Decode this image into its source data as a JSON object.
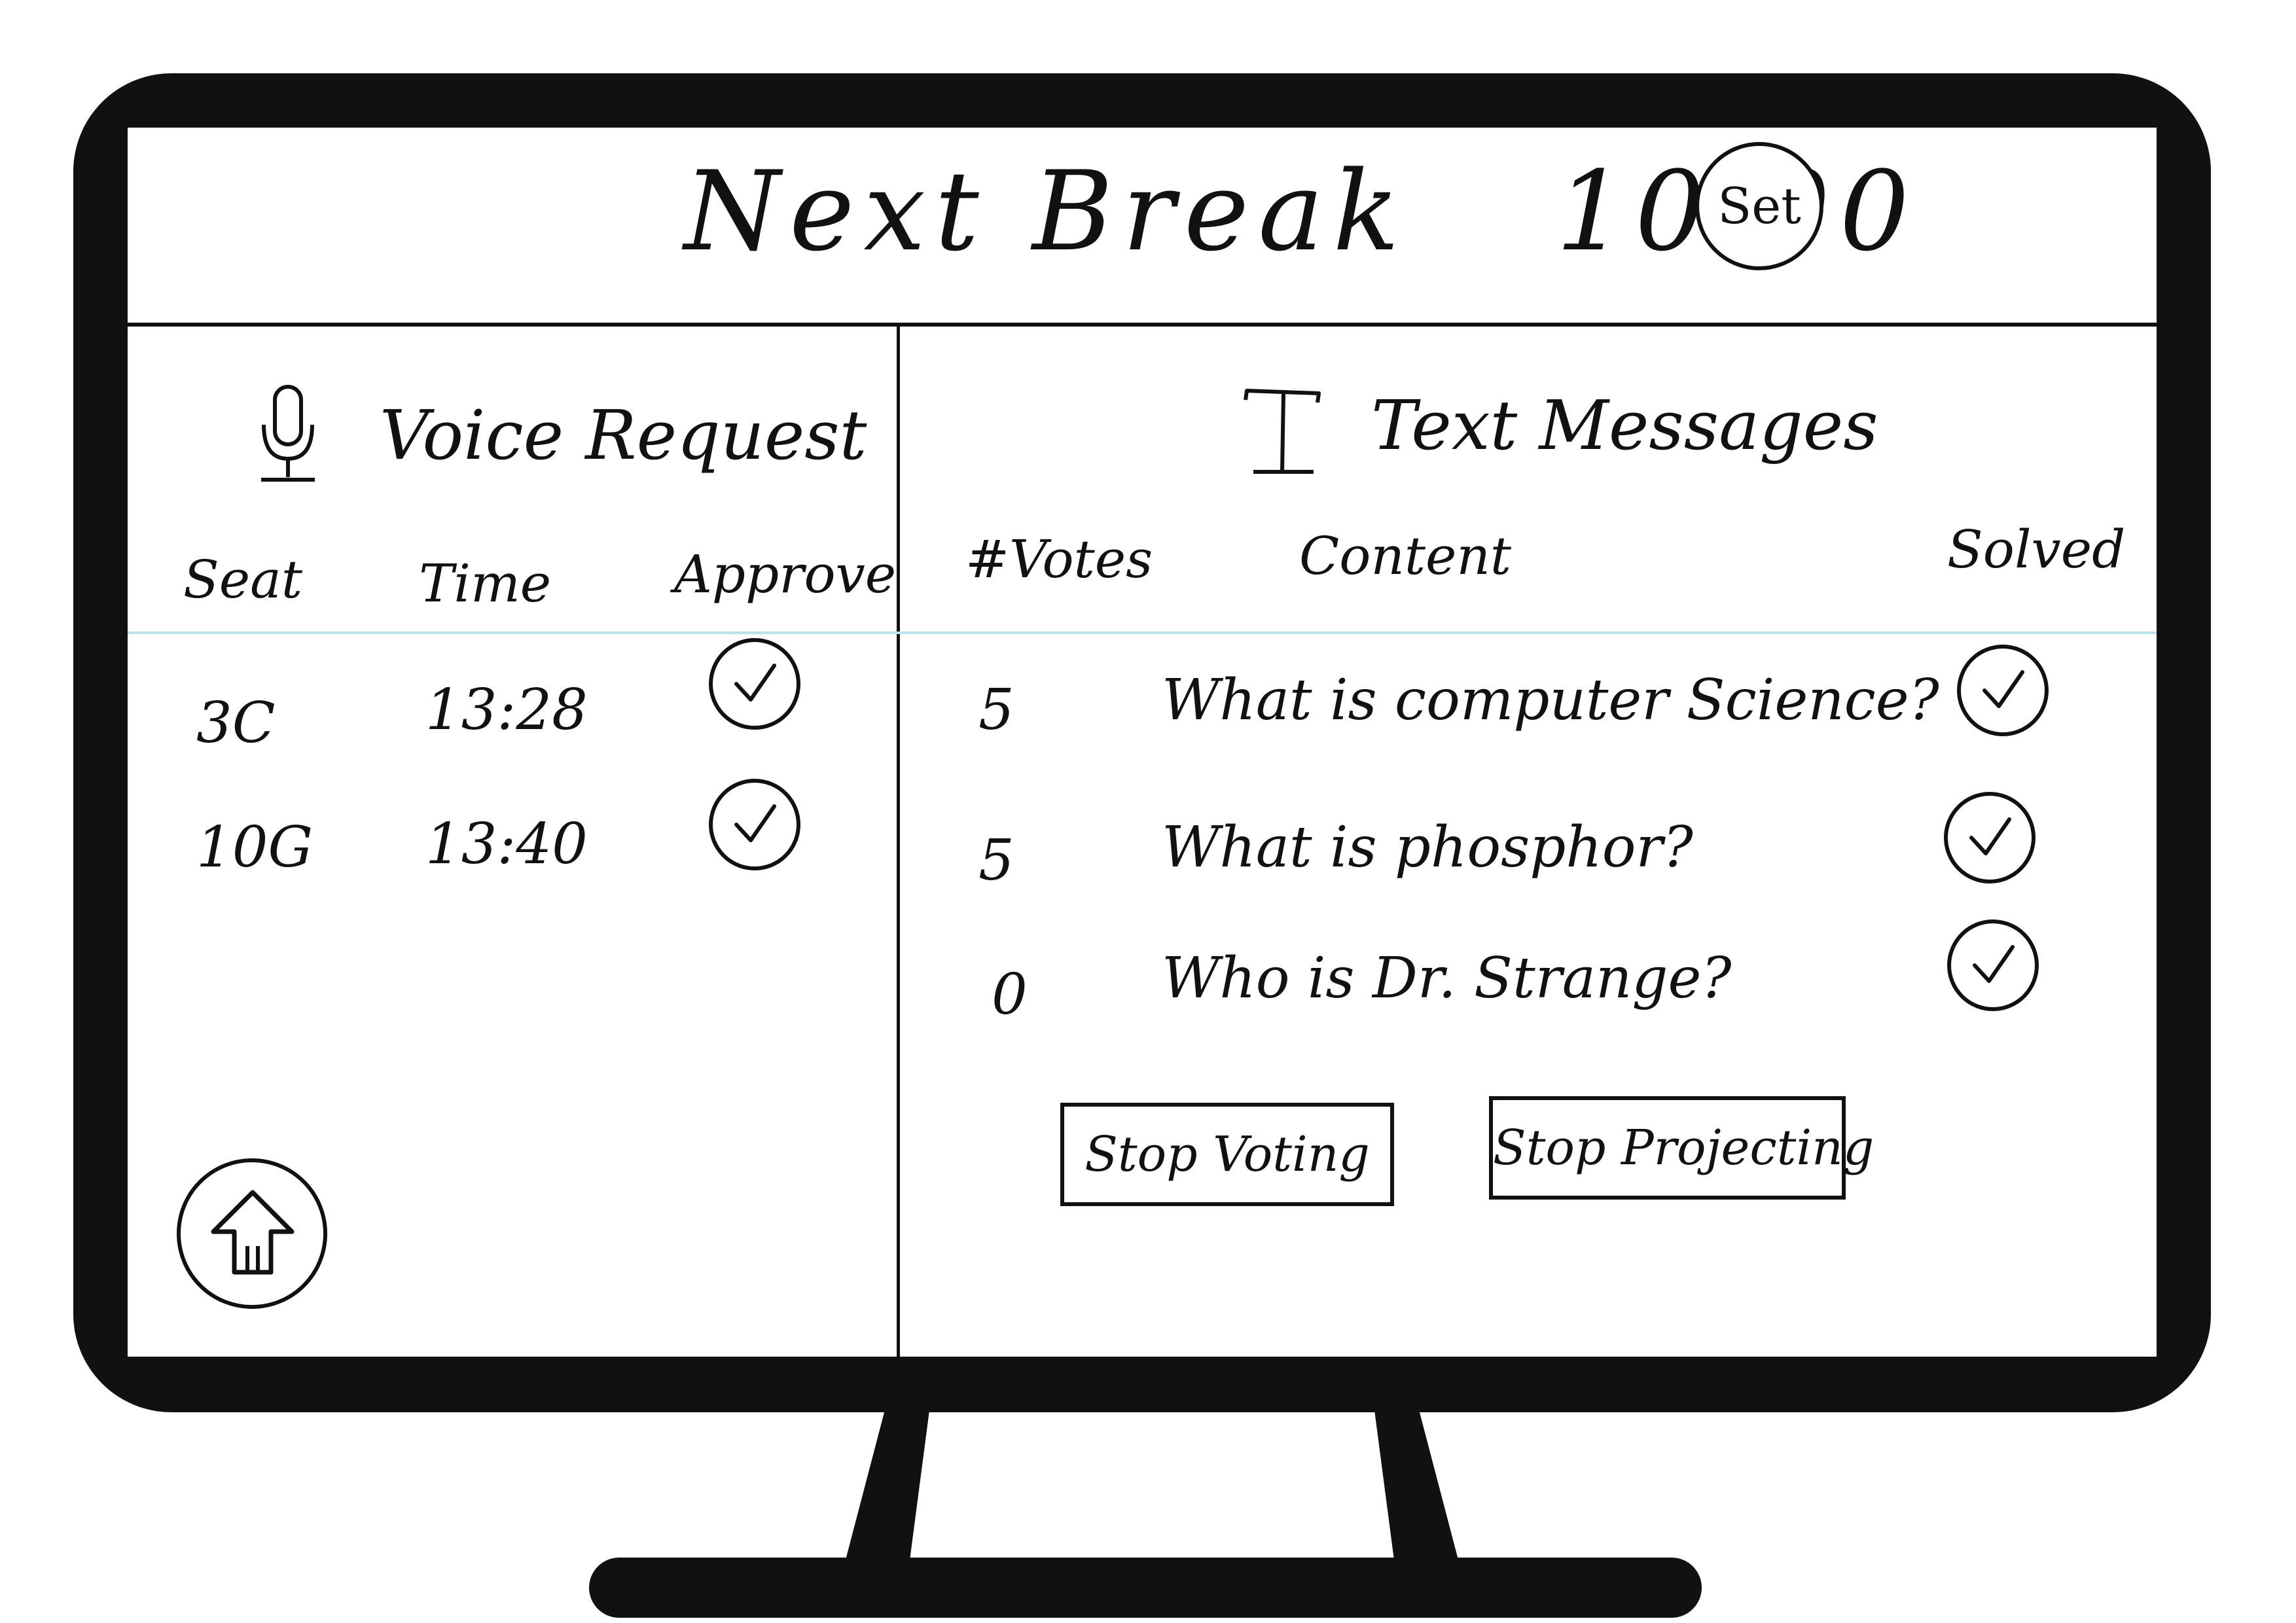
{
  "header": {
    "title": "Next Break",
    "time": "10:00",
    "set_label": "Set"
  },
  "voice_panel": {
    "title": "Voice Request",
    "icon": "microphone-icon",
    "columns": {
      "seat": "Seat",
      "time": "Time",
      "approve": "Approve"
    },
    "rows": [
      {
        "seat": "3C",
        "time": "13:28"
      },
      {
        "seat": "10G",
        "time": "13:40"
      }
    ]
  },
  "text_panel": {
    "title": "Text Messages",
    "icon": "text-cursor-icon",
    "columns": {
      "votes": "#Votes",
      "content": "Content",
      "solved": "Solved"
    },
    "rows": [
      {
        "votes": "5",
        "content": "What is computer Science?"
      },
      {
        "votes": "5",
        "content": "What is phosphor?"
      },
      {
        "votes": "0",
        "content": "Who is Dr. Strange?"
      }
    ],
    "buttons": {
      "stop_voting": "Stop Voting",
      "stop_projecting": "Stop Projecting"
    }
  },
  "home": {
    "icon": "home-arrow-icon"
  },
  "colors": {
    "ink": "#111111",
    "row_rule": "#b7e3ee",
    "screen": "#ffffff"
  }
}
